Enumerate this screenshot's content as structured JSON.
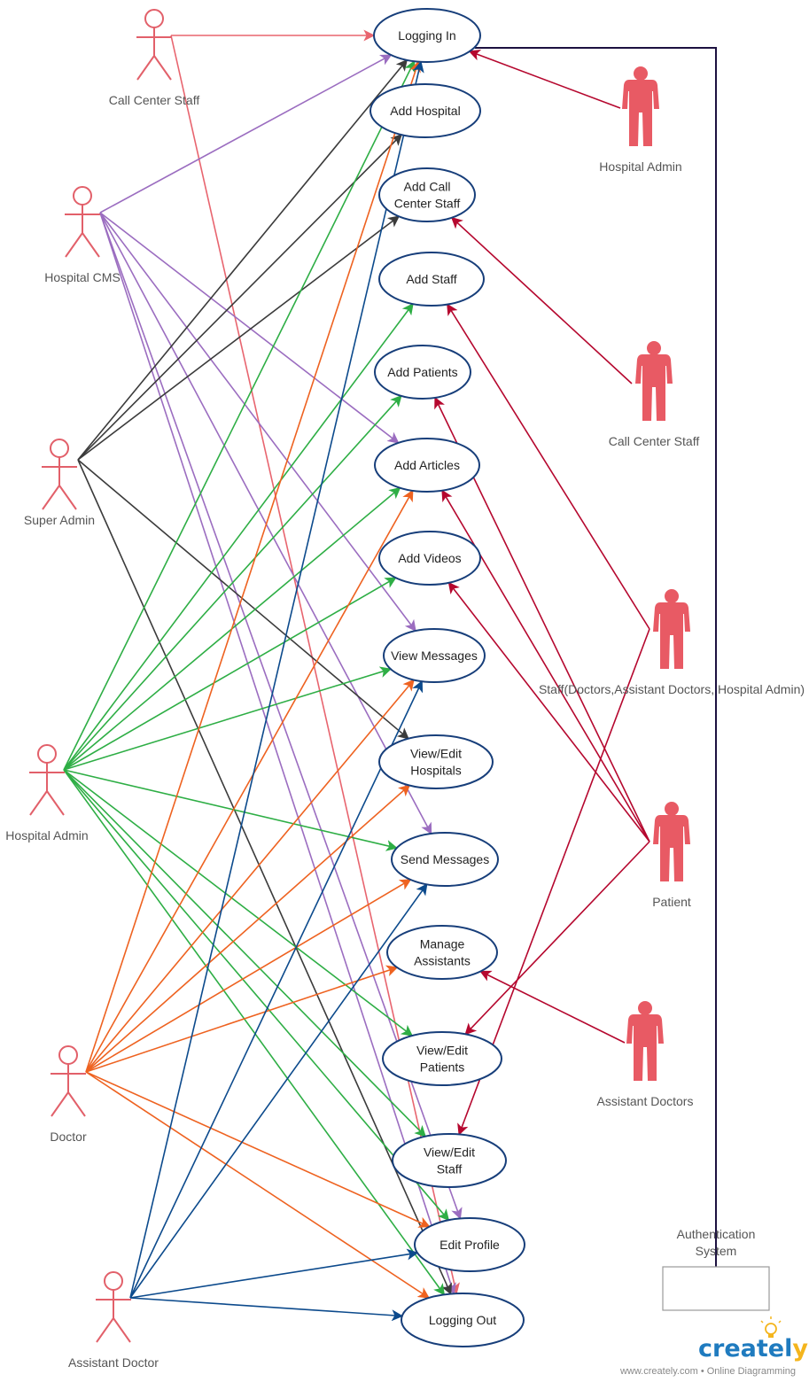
{
  "colors": {
    "outline_actor": "#e2606a",
    "solid_actor": "#e85a64",
    "usecase_border": "#173e7a",
    "call_center": "#e8656f",
    "hospital_cms": "#9b6dc0",
    "super_admin": "#3b3b3b",
    "hospital_admin": "#2eae45",
    "doctor": "#ee6220",
    "assistant_doctor": "#0c4a8c",
    "right_actors": "#b5072e",
    "auth_line": "#1c1140",
    "logo_blue": "#1f7bbf",
    "logo_yellow": "#f4b51d"
  },
  "use_cases": [
    {
      "id": "logging_in",
      "lines": [
        "Logging In"
      ]
    },
    {
      "id": "add_hospital",
      "lines": [
        "Add Hospital"
      ]
    },
    {
      "id": "add_call_center_staff",
      "lines": [
        "Add Call",
        "Center Staff"
      ]
    },
    {
      "id": "add_staff",
      "lines": [
        "Add Staff"
      ]
    },
    {
      "id": "add_patients",
      "lines": [
        "Add Patients"
      ]
    },
    {
      "id": "add_articles",
      "lines": [
        "Add Articles"
      ]
    },
    {
      "id": "add_videos",
      "lines": [
        "Add Videos"
      ]
    },
    {
      "id": "view_messages",
      "lines": [
        "View Messages"
      ]
    },
    {
      "id": "view_edit_hospitals",
      "lines": [
        "View/Edit",
        "Hospitals"
      ]
    },
    {
      "id": "send_messages",
      "lines": [
        "Send Messages"
      ]
    },
    {
      "id": "manage_assistants",
      "lines": [
        "Manage",
        "Assistants"
      ]
    },
    {
      "id": "view_edit_patients",
      "lines": [
        "View/Edit",
        "Patients"
      ]
    },
    {
      "id": "view_edit_staff",
      "lines": [
        "View/Edit",
        "Staff"
      ]
    },
    {
      "id": "edit_profile",
      "lines": [
        "Edit Profile"
      ]
    },
    {
      "id": "logging_out",
      "lines": [
        "Logging Out"
      ]
    }
  ],
  "left_actors": [
    {
      "id": "call_center_staff",
      "label": "Call Center Staff",
      "color": "call_center",
      "targets": [
        "logging_in",
        "logging_out"
      ]
    },
    {
      "id": "hospital_cms",
      "label": "Hospital CMS",
      "color": "hospital_cms",
      "targets": [
        "logging_in",
        "add_articles",
        "view_messages",
        "send_messages",
        "edit_profile",
        "logging_out"
      ]
    },
    {
      "id": "super_admin",
      "label": "Super Admin",
      "color": "super_admin",
      "targets": [
        "logging_in",
        "add_hospital",
        "add_call_center_staff",
        "view_edit_hospitals",
        "logging_out"
      ]
    },
    {
      "id": "hospital_admin",
      "label": "Hospital Admin",
      "color": "hospital_admin",
      "targets": [
        "logging_in",
        "add_staff",
        "add_patients",
        "add_articles",
        "add_videos",
        "view_messages",
        "send_messages",
        "view_edit_patients",
        "view_edit_staff",
        "edit_profile",
        "logging_out"
      ]
    },
    {
      "id": "doctor",
      "label": "Doctor",
      "color": "doctor",
      "targets": [
        "logging_in",
        "add_articles",
        "view_messages",
        "view_edit_hospitals",
        "send_messages",
        "manage_assistants",
        "edit_profile",
        "logging_out"
      ]
    },
    {
      "id": "assistant_doctor",
      "label": "Assistant Doctor",
      "color": "assistant_doctor",
      "targets": [
        "logging_in",
        "view_messages",
        "send_messages",
        "edit_profile",
        "logging_out"
      ]
    }
  ],
  "right_actors": [
    {
      "id": "hospital_admin_r",
      "label": "Hospital Admin",
      "targets": [
        "logging_in"
      ]
    },
    {
      "id": "call_center_staff_r",
      "label": "Call Center Staff",
      "targets": [
        "add_call_center_staff"
      ]
    },
    {
      "id": "staff_r",
      "label": "Staff(Doctors,Assistant Doctors, Hospital Admin)",
      "targets": [
        "add_staff",
        "view_edit_staff"
      ]
    },
    {
      "id": "patient_r",
      "label": "Patient",
      "targets": [
        "add_patients",
        "add_articles",
        "add_videos",
        "view_edit_patients"
      ]
    },
    {
      "id": "assistant_doctors_r",
      "label": "Assistant Doctors",
      "targets": [
        "manage_assistants"
      ]
    }
  ],
  "auth": {
    "title_lines": [
      "Authentication",
      "System"
    ],
    "connects_to": "logging_in"
  },
  "watermark": {
    "logo": "creately",
    "url": "www.creately.com • Online Diagramming"
  }
}
